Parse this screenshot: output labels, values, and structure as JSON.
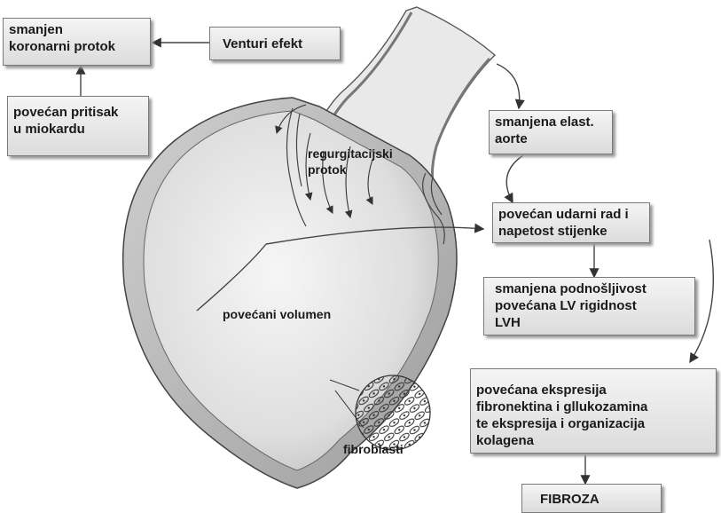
{
  "boxes": {
    "smanjen_koronarni_protok": "smanjen\nkoronarni protok",
    "venturi_efekt": "Venturi efekt",
    "povecan_pritisak": "povećan pritisak\nu miokardu",
    "smanjena_elast_aorte": "smanjena elast.\naorte",
    "povecan_udarni_rad": "povećan udarni rad i\nnapetost stijenke",
    "smanjena_podnosljivost": "smanjena podnošljivost\npovećana LV rigidnost\n  LVH",
    "povecana_ekspresija": "povećana ekspresija\nfibronektina i gllukozamina\nte ekspresija i organizacija\nkolagena",
    "fibroza": "FIBROZA"
  },
  "labels": {
    "regurgitacijski_protok": "regurgitacijski\nprotok",
    "povecani_volumen": "povećani volumen",
    "fibroblasti": "fibroblasti"
  }
}
